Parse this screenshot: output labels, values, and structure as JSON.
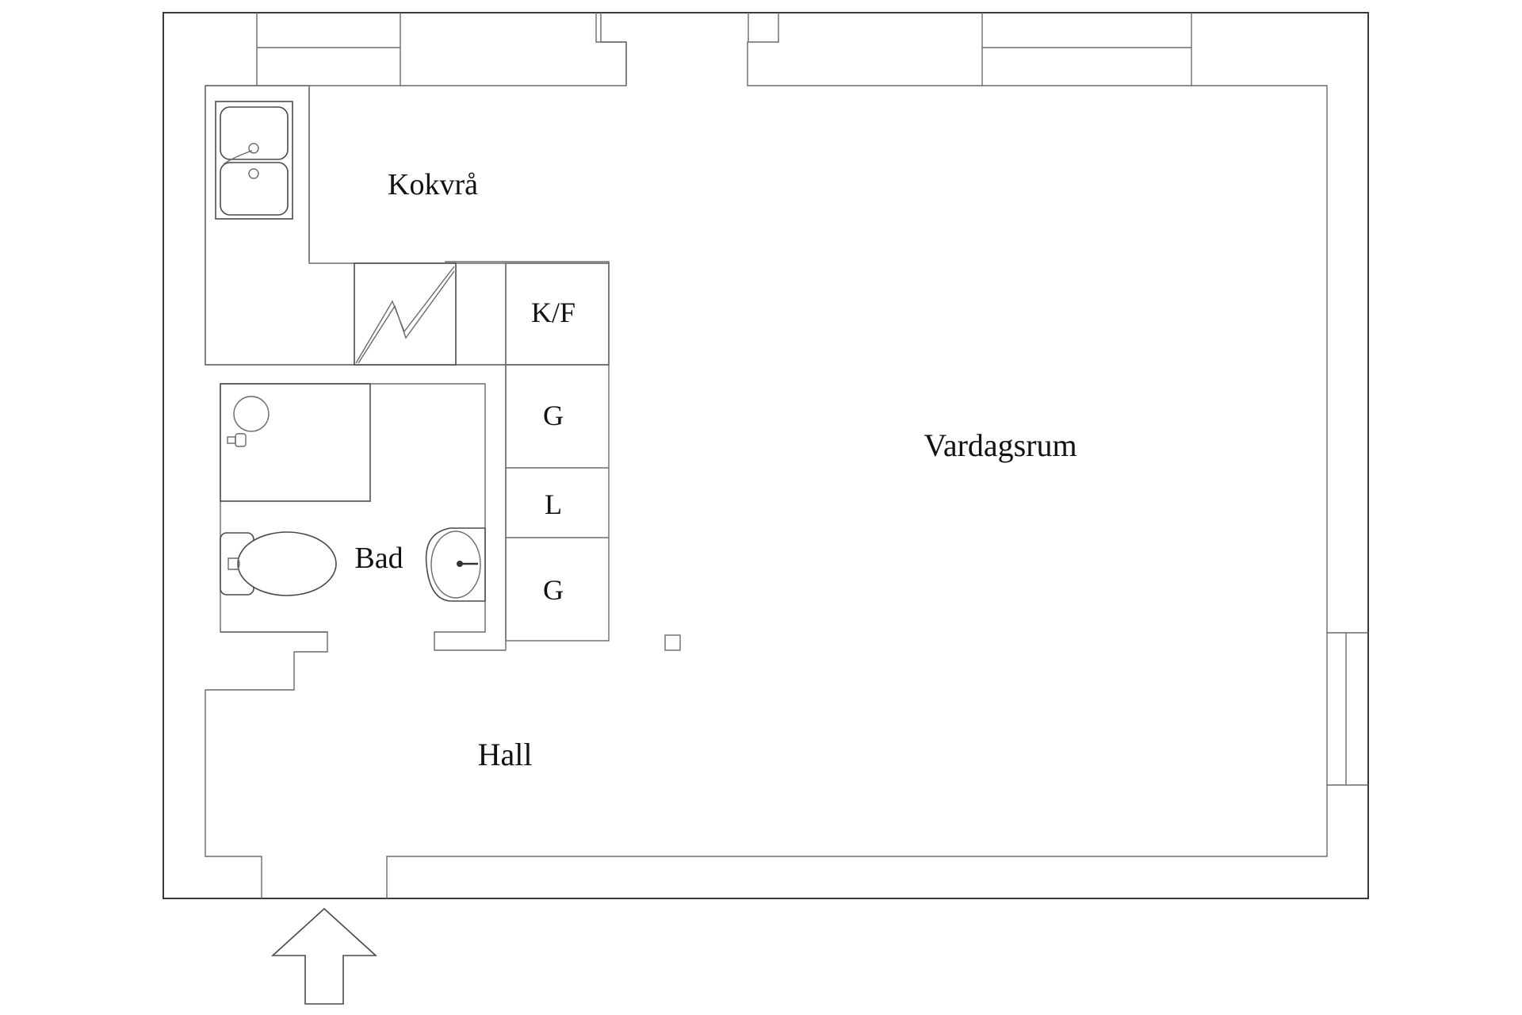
{
  "rooms": {
    "kitchen": "Kokvrå",
    "living_room": "Vardagsrum",
    "bathroom": "Bad",
    "hall": "Hall"
  },
  "closets": {
    "fridge_freezer": "K/F",
    "wardrobe_1": "G",
    "linen": "L",
    "wardrobe_2": "G"
  },
  "colors": {
    "wall": "#3a3a3a",
    "background": "#ffffff"
  },
  "icons": {
    "entrance": "entrance-arrow-icon",
    "sink": "kitchen-sink-icon",
    "stove": "stove-icon",
    "toilet": "toilet-icon",
    "washbasin": "washbasin-icon",
    "shower": "shower-icon"
  }
}
